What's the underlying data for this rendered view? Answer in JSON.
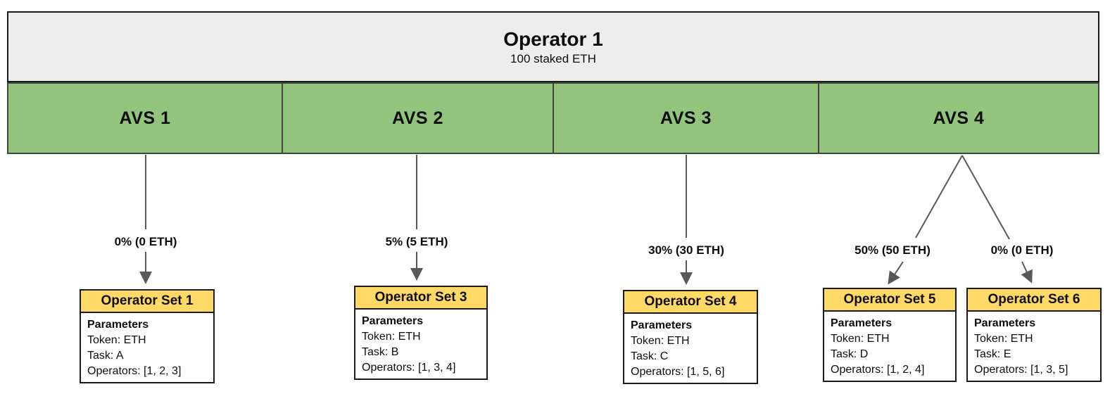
{
  "operator": {
    "title": "Operator 1",
    "subtitle": "100 staked ETH"
  },
  "avs": [
    {
      "label": "AVS 1"
    },
    {
      "label": "AVS 2"
    },
    {
      "label": "AVS 3"
    },
    {
      "label": "AVS 4"
    }
  ],
  "allocations": [
    {
      "label": "0% (0 ETH)",
      "from_avs": "AVS 1",
      "to": "Operator Set 1"
    },
    {
      "label": "5% (5 ETH)",
      "from_avs": "AVS 2",
      "to": "Operator Set 3"
    },
    {
      "label": "30% (30 ETH)",
      "from_avs": "AVS 3",
      "to": "Operator Set 4"
    },
    {
      "label": "50% (50 ETH)",
      "from_avs": "AVS 4",
      "to": "Operator Set 5"
    },
    {
      "label": "0% (0 ETH)",
      "from_avs": "AVS 4",
      "to": "Operator Set 6"
    }
  ],
  "operator_sets": [
    {
      "title": "Operator Set 1",
      "params_heading": "Parameters",
      "token": "Token: ETH",
      "task": "Task: A",
      "operators": "Operators: [1, 2, 3]"
    },
    {
      "title": "Operator Set 3",
      "params_heading": "Parameters",
      "token": "Token: ETH",
      "task": "Task: B",
      "operators": "Operators: [1, 3, 4]"
    },
    {
      "title": "Operator Set 4",
      "params_heading": "Parameters",
      "token": "Token: ETH",
      "task": "Task: C",
      "operators": "Operators: [1, 5, 6]"
    },
    {
      "title": "Operator Set 5",
      "params_heading": "Parameters",
      "token": "Token: ETH",
      "task": "Task: D",
      "operators": "Operators: [1, 2, 4]"
    },
    {
      "title": "Operator Set 6",
      "params_heading": "Parameters",
      "token": "Token: ETH",
      "task": "Task: E",
      "operators": "Operators: [1, 3, 5]"
    }
  ],
  "colors": {
    "green": "#93C47D",
    "yellow": "#FFD966",
    "gray": "#EDEDED",
    "border-dark": "#1a1a1a",
    "cell-border": "#434343",
    "arrow": "#595959"
  }
}
